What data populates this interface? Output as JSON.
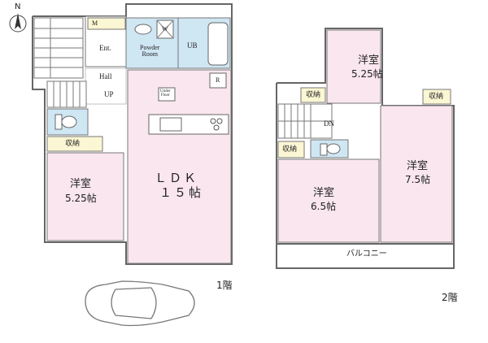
{
  "compass": {
    "label": "N"
  },
  "floor1": {
    "label": "1階",
    "rooms": {
      "ldk": {
        "name": "ＬＤＫ",
        "size": "１５帖"
      },
      "west": {
        "name": "洋室",
        "size": "5.25帖"
      },
      "entrance": "Ent.",
      "hall": "Hall",
      "up": "UP",
      "powder": "Powder\nRoom",
      "ub": "UB",
      "storage": "収納",
      "shoe": "M",
      "washer": "W",
      "fridge": "R",
      "floor_heater": "Under\nFloor"
    }
  },
  "floor2": {
    "label": "2階",
    "rooms": {
      "top": {
        "name": "洋室",
        "size": "5.25帖"
      },
      "right": {
        "name": "洋室",
        "size": "7.5帖"
      },
      "middle": {
        "name": "洋室",
        "size": "6.5帖"
      },
      "balcony": "バルコニー",
      "storage_a": "収納",
      "storage_b": "収納",
      "storage_c": "収納",
      "dn": "DN"
    }
  },
  "colors": {
    "room_pink": "#f9e6ee",
    "wet_blue": "#cfe6f3",
    "storage_yellow": "#fbf6d3",
    "wall": "#555555"
  }
}
